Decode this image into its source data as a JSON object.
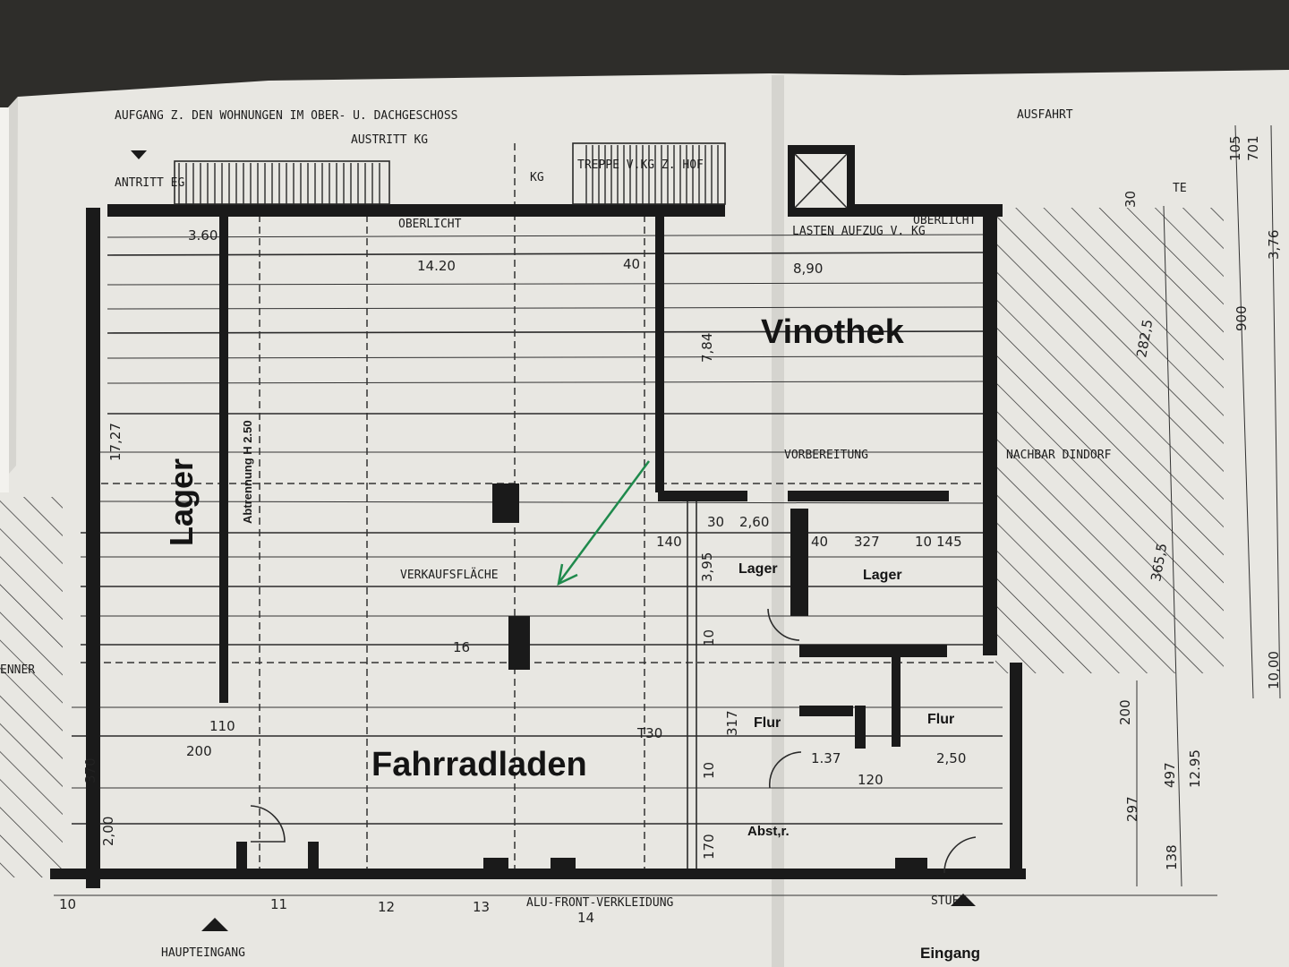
{
  "colors": {
    "background": "#2e2d2a",
    "paper": "#e9e8e3",
    "ink": "#1a1a1a",
    "arrow": "#1f8a4c"
  },
  "rooms": {
    "fahrradladen": "Fahrradladen",
    "vinothek": "Vinothek",
    "lager_left": "Lager",
    "lager_mid": "Lager",
    "lager_right": "Lager",
    "flur_left": "Flur",
    "flur_right": "Flur",
    "abstellraum": "Abst,r.",
    "eingang": "Eingang"
  },
  "annotations": {
    "aufgang": "AUFGANG Z. DEN WOHNUNGEN IM OBER- U. DACHGESCHOSS",
    "austritt_kg": "AUSTRITT KG",
    "antritt_eg": "ANTRITT EG",
    "kg": "KG",
    "treppe": "TREPPE V.KG Z. HOF",
    "oberlicht_1": "OBERLICHT",
    "oberlicht_2": "OBERLICHT",
    "lastenaufzug": "LASTEN AUFZUG V. KG",
    "ausfahrt": "AUSFAHRT",
    "te": "TE",
    "abtrennung": "Abtrennung H 2.50",
    "verkaufsflaeche": "VERKAUFSFLÄCHE",
    "vorbereitung": "VORBEREITUNG",
    "nachbar": "NACHBAR DINDORF",
    "haupteingang": "HAUPTEINGANG",
    "alu_front": "ALU-FRONT-VERKLEIDUNG",
    "stufe": "STUFE",
    "enner": "ENNER"
  },
  "dimensions": {
    "d360": "3.60",
    "d1420": "14.20",
    "d40": "40",
    "d890": "8,90",
    "d784": "7,84",
    "d1727": "17,27",
    "d260": "2,60",
    "d30": "30",
    "d140": "140",
    "d395": "3,95",
    "d40b": "40",
    "d327": "327",
    "d10": "10",
    "d145": "145",
    "d10b": "10",
    "d317": "317",
    "dt30": "T30",
    "d137": "1.37",
    "d120": "120",
    "d250": "2,50",
    "d10c": "10",
    "d170": "170",
    "d110": "110",
    "d200": "200",
    "d370": "370",
    "d200b": "2,00",
    "d200c": "200",
    "d297": "297",
    "d497": "497",
    "d1295": "12.95",
    "d138": "138",
    "d105": "105",
    "d701": "701",
    "d376": "3,76",
    "d900": "900",
    "d1000": "10,00",
    "d3655": "365,5",
    "d2825": "282,5",
    "d16": "16",
    "d30b": "30"
  },
  "axis_marks": [
    "10",
    "11",
    "12",
    "13",
    "14"
  ]
}
